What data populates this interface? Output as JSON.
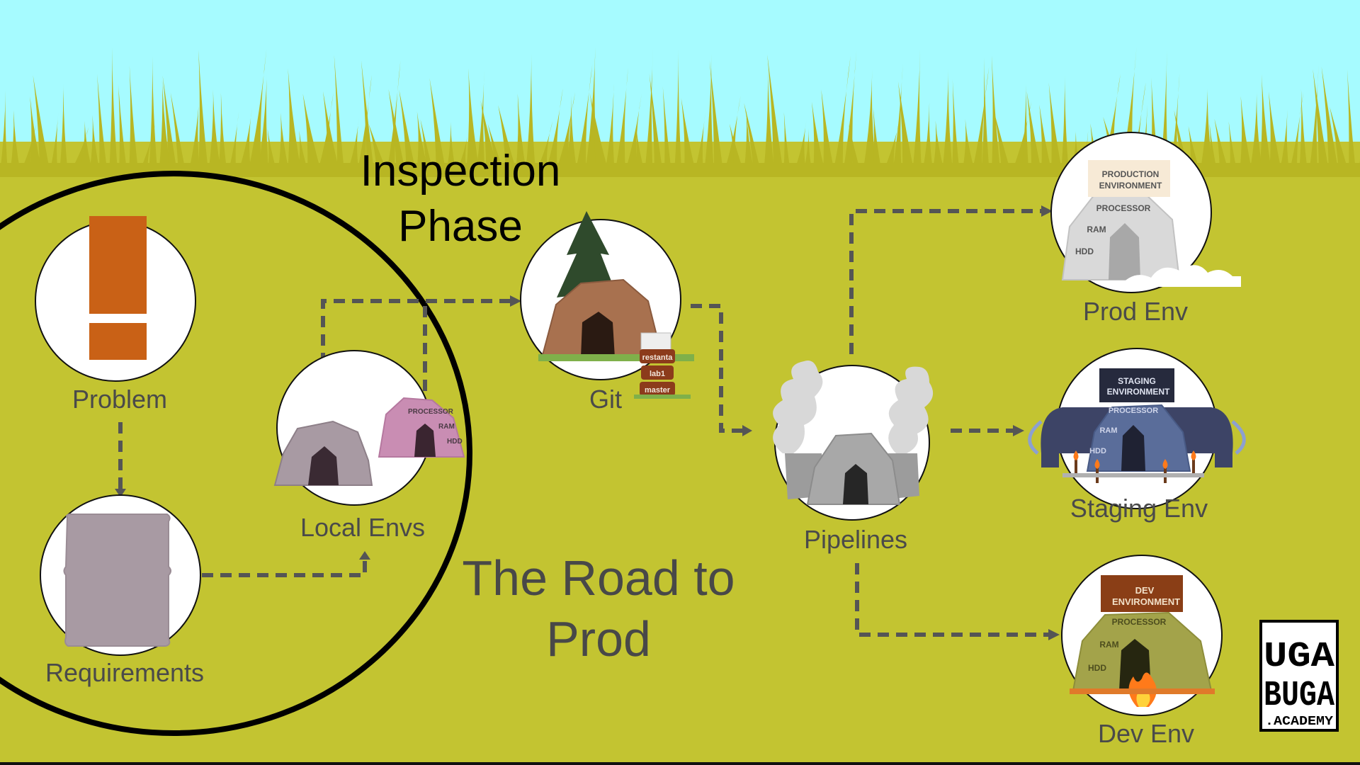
{
  "title": {
    "line1": "The Road to",
    "line2": "Prod"
  },
  "phase": {
    "line1": "Inspection",
    "line2": "Phase"
  },
  "nodes": {
    "problem": "Problem",
    "requirements": "Requirements",
    "local_envs": "Local Envs",
    "git": "Git",
    "pipelines": "Pipelines",
    "prod_env": "Prod Env",
    "staging_env": "Staging Env",
    "dev_env": "Dev Env"
  },
  "git_branches": [
    "restanta",
    "lab1",
    "master"
  ],
  "env_signs": {
    "production_line1": "PRODUCTION",
    "production_line2": "ENVIRONMENT",
    "staging_line1": "STAGING",
    "staging_line2": "ENVIRONMENT",
    "dev_line1": "DEV",
    "dev_line2": "ENVIRONMENT"
  },
  "hardware": {
    "processor": "PROCESSOR",
    "ram": "RAM",
    "hdd": "HDD"
  },
  "logo": {
    "line1": "UGA",
    "line2": "BUGA",
    "line3": ".ACADEMY"
  },
  "colors": {
    "sky": "#a6fbff",
    "grass": "#c3c431",
    "grass_blade": "#b8b623",
    "arrow": "#555555",
    "problem_orange": "#c96116",
    "scroll": "#a89aa3"
  }
}
